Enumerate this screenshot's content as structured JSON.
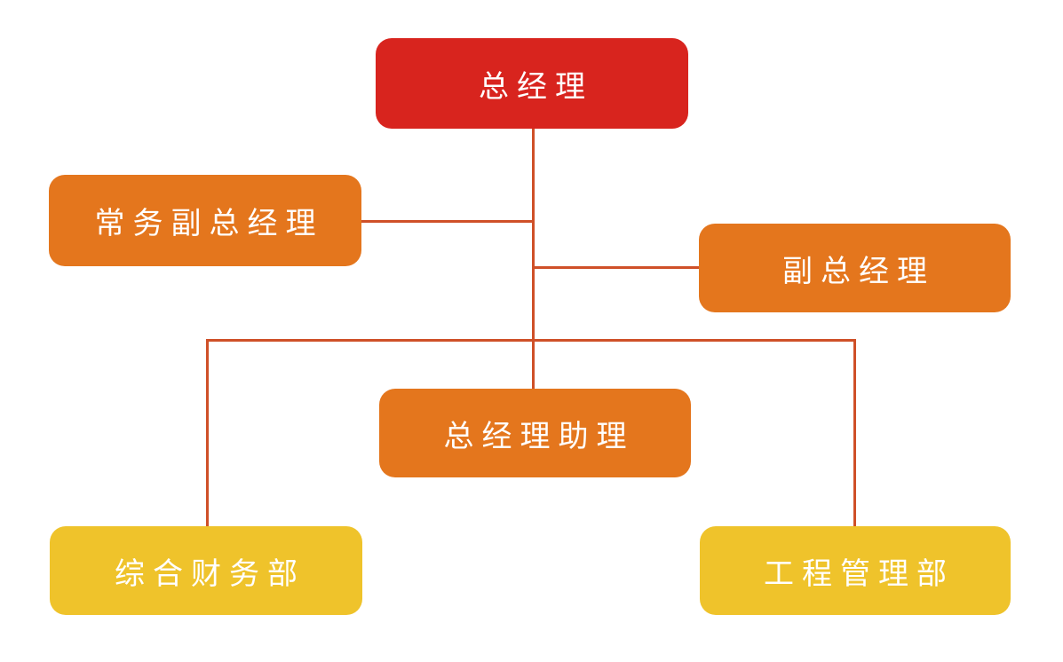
{
  "colors": {
    "background": "#ffffff",
    "level1_fill": "#d8241e",
    "level2_fill": "#e4761d",
    "level3_fill": "#efc32b",
    "connector": "#cf5028",
    "label_text": "#ffffff"
  },
  "org_chart": {
    "type": "org-tree",
    "nodes": [
      {
        "id": "general-manager",
        "label": "总经理",
        "level": 1,
        "parent": null
      },
      {
        "id": "executive-deputy-general-manager",
        "label": "常务副总经理",
        "level": 2,
        "parent": "general-manager"
      },
      {
        "id": "deputy-general-manager",
        "label": "副总经理",
        "level": 2,
        "parent": "general-manager"
      },
      {
        "id": "general-manager-assistant",
        "label": "总经理助理",
        "level": 2,
        "parent": "general-manager"
      },
      {
        "id": "finance-department",
        "label": "综合财务部",
        "level": 3,
        "parent": "general-manager"
      },
      {
        "id": "engineering-department",
        "label": "工程管理部",
        "level": 3,
        "parent": "general-manager"
      }
    ],
    "edges": [
      {
        "from": "general-manager",
        "to": "executive-deputy-general-manager"
      },
      {
        "from": "general-manager",
        "to": "deputy-general-manager"
      },
      {
        "from": "general-manager",
        "to": "general-manager-assistant"
      },
      {
        "from": "general-manager",
        "to": "finance-department"
      },
      {
        "from": "general-manager",
        "to": "engineering-department"
      }
    ]
  }
}
